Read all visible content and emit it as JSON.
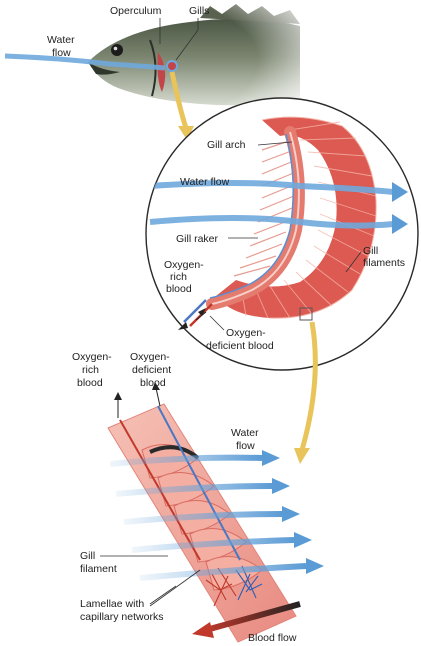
{
  "labels": {
    "operculum": "Operculum",
    "gills": "Gills",
    "water_flow_top": [
      "Water",
      "flow"
    ],
    "gill_arch": "Gill arch",
    "water_flow_mid": "Water flow",
    "gill_raker": "Gill raker",
    "gill_filaments": [
      "Gill",
      "filaments"
    ],
    "oxygen_rich_mid": [
      "Oxygen-",
      "rich",
      "blood"
    ],
    "oxygen_deficient_mid": [
      "Oxygen-",
      "deficient blood"
    ],
    "oxygen_rich_bottom": [
      "Oxygen-",
      "rich",
      "blood"
    ],
    "oxygen_deficient_bottom": [
      "Oxygen-",
      "deficient",
      "blood"
    ],
    "water_flow_bottom": [
      "Water",
      "flow"
    ],
    "gill_filament": [
      "Gill",
      "filament"
    ],
    "lamellae": [
      "Lamellae with",
      "capillary networks"
    ],
    "blood_flow": "Blood flow"
  },
  "colors": {
    "water": "#6fa8dc",
    "gill_red": "#d9504a",
    "gill_pink": "#f2b3a8",
    "callout_arrow": "#e8c45a",
    "fish_dark": "#3e4a3a",
    "fish_belly": "#c9cfc2",
    "blood_arrow": "#c0392b"
  },
  "icons": [
    "water-flow-arrow",
    "callout-arrow",
    "blood-flow-arrow"
  ]
}
